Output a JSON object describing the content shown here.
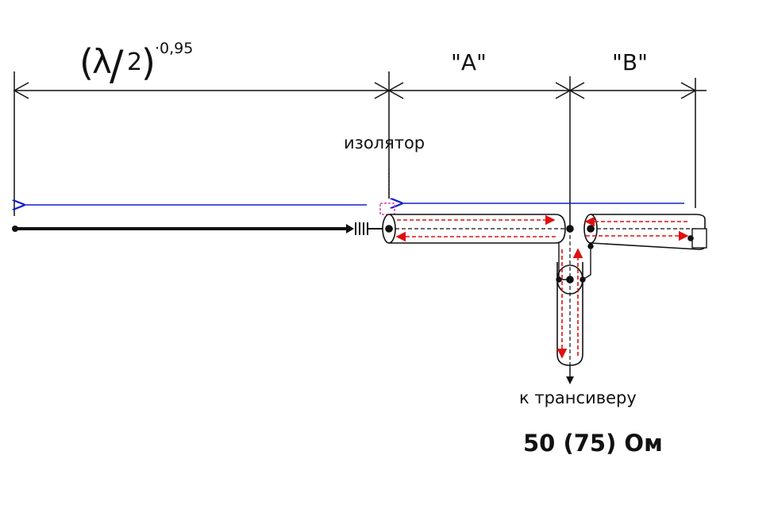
{
  "labels": {
    "lambda_open": "(",
    "lambda_symbol": "λ",
    "lambda_slash": "/",
    "lambda_denominator": "2",
    "lambda_close": ")",
    "lambda_factor": "·0,95",
    "section_a": "\"A\"",
    "section_b": "\"B\"",
    "insulator": "изолятор",
    "to_transceiver": "к трансиверу",
    "impedance": "50 (75) Ом"
  },
  "colors": {
    "line": "#111111",
    "current_arrows": "#e01010",
    "wave_arrow": "#1020c8",
    "insulator_mark": "#e040c0"
  }
}
